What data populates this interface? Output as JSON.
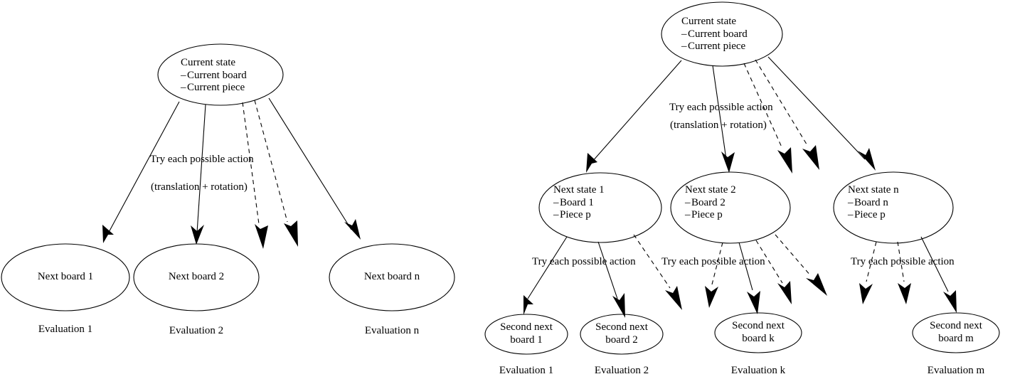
{
  "diagram": {
    "title_text": "",
    "colors": {
      "stroke": "#000000",
      "fill": "#ffffff",
      "text": "#000000"
    },
    "left_tree": {
      "root": {
        "title": "Current state",
        "line1": "Current board",
        "line2": "Current piece"
      },
      "edge_label_line1": "Try each possible action",
      "edge_label_line2": "(translation + rotation)",
      "leaves": [
        {
          "label": "Next board 1",
          "caption": "Evaluation 1"
        },
        {
          "label": "Next board 2",
          "caption": "Evaluation 2"
        },
        {
          "label": "Next board n",
          "caption": "Evaluation n"
        }
      ]
    },
    "right_tree": {
      "root": {
        "title": "Current state",
        "line1": "Current board",
        "line2": "Current piece"
      },
      "edge_label_line1": "Try each possible action",
      "edge_label_line2": "(translation + rotation)",
      "level2_edge_labels": [
        "Try each possible action",
        "Try each possible action",
        "Try each possible action"
      ],
      "states": [
        {
          "title": "Next state 1",
          "line1": "Board 1",
          "line2": "Piece p"
        },
        {
          "title": "Next state 2",
          "line1": "Board 2",
          "line2": "Piece p"
        },
        {
          "title": "Next state n",
          "line1": "Board n",
          "line2": "Piece p"
        }
      ],
      "leaves": [
        {
          "line1": "Second next",
          "line2": "board 1",
          "caption": "Evaluation 1"
        },
        {
          "line1": "Second next",
          "line2": "board 2",
          "caption": "Evaluation 2"
        },
        {
          "line1": "Second next",
          "line2": "board k",
          "caption": "Evaluation k"
        },
        {
          "line1": "Second next",
          "line2": "board m",
          "caption": "Evaluation m"
        }
      ]
    },
    "bullet_dash": "–"
  }
}
